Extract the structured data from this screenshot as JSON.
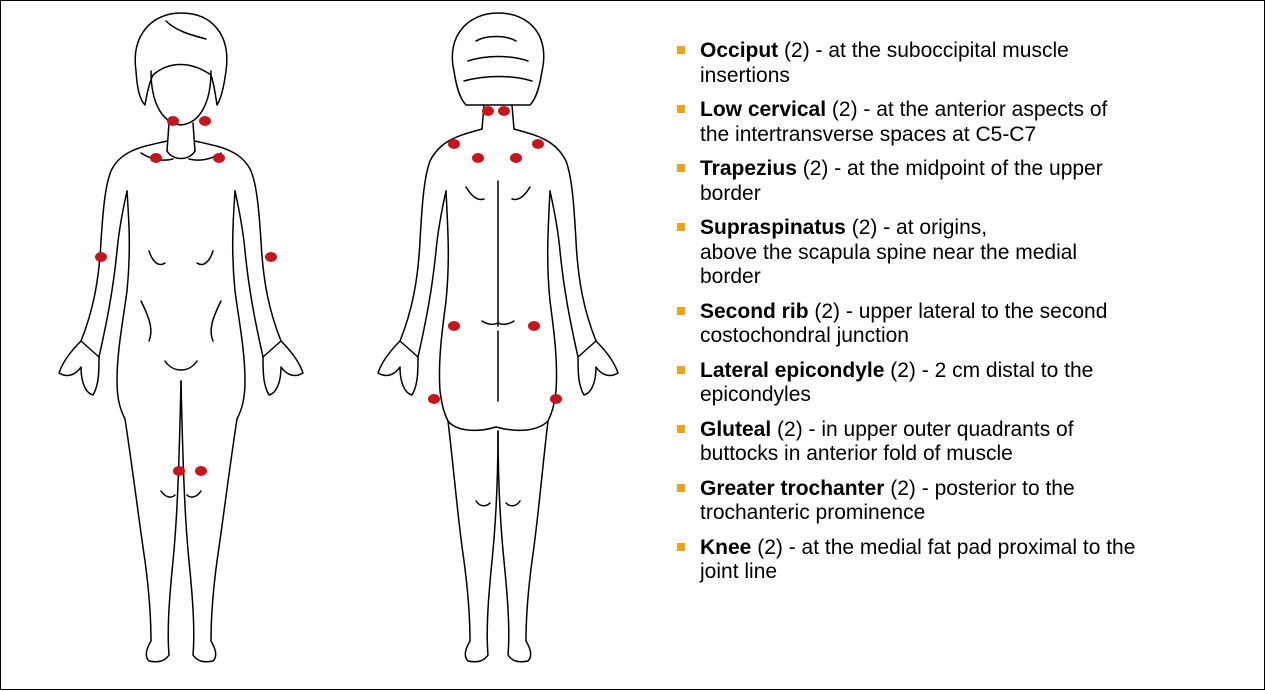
{
  "colors": {
    "tender_point": "#c8151b",
    "bullet": "#f0a319",
    "outline": "#000000"
  },
  "figures": {
    "front": {
      "icon": "female-body-front-outline"
    },
    "back": {
      "icon": "female-body-back-outline"
    }
  },
  "tender_points": [
    {
      "site": "Occiput",
      "count": "(2)",
      "description": " - at the suboccipital muscle\ninsertions"
    },
    {
      "site": "Low cervical",
      "count": "(2)",
      "description": " - at the anterior aspects of\nthe intertransverse spaces at C5-C7"
    },
    {
      "site": "Trapezius",
      "count": "(2)",
      "description": " - at the midpoint of the upper\nborder"
    },
    {
      "site": "Supraspinatus",
      "count": "(2)",
      "description": " - at origins,\nabove the scapula spine near the medial\nborder"
    },
    {
      "site": "Second rib",
      "count": "(2)",
      "description": " - upper lateral to the second\ncostochondral junction"
    },
    {
      "site": "Lateral epicondyle",
      "count": "(2)",
      "description": " - 2 cm distal to the\nepicondyles"
    },
    {
      "site": "Gluteal",
      "count": "(2)",
      "description": " - in upper outer quadrants of\nbuttocks in anterior fold of muscle"
    },
    {
      "site": "Greater trochanter",
      "count": "(2)",
      "description": " - posterior to the\ntrochanteric prominence"
    },
    {
      "site": "Knee",
      "count": "(2)",
      "description": " - at the medial fat pad proximal to the\njoint line"
    }
  ]
}
